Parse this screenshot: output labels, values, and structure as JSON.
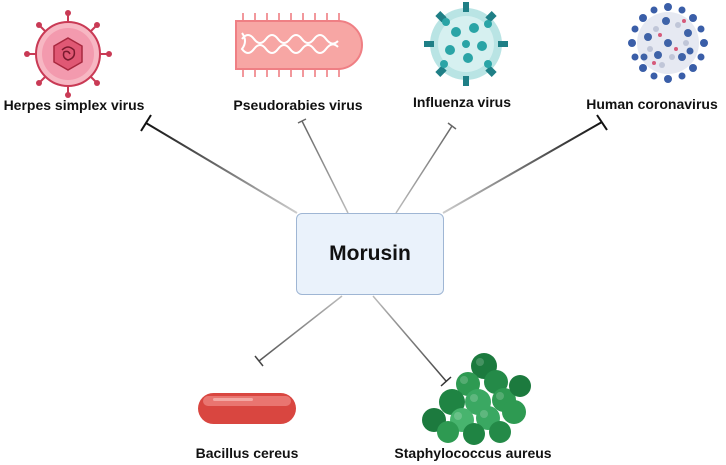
{
  "center": {
    "label": "Morusin"
  },
  "targets": [
    {
      "label": "Herpes simplex virus",
      "icon": "herpes-simplex-virus-icon",
      "color": "#d94862"
    },
    {
      "label": "Pseudorabies virus",
      "icon": "pseudorabies-virus-icon",
      "color": "#f08a8a"
    },
    {
      "label": "Influenza virus",
      "icon": "influenza-virus-icon",
      "color": "#2a9d9c"
    },
    {
      "label": "Human coronavirus",
      "icon": "human-coronavirus-icon",
      "color": "#3f63a8"
    },
    {
      "label": "Bacillus cereus",
      "icon": "bacillus-cereus-icon",
      "color": "#e0504a"
    },
    {
      "label": "Staphylococcus aureus",
      "icon": "staphylococcus-aureus-icon",
      "color": "#2f9e55"
    }
  ],
  "relation": "inhibits"
}
